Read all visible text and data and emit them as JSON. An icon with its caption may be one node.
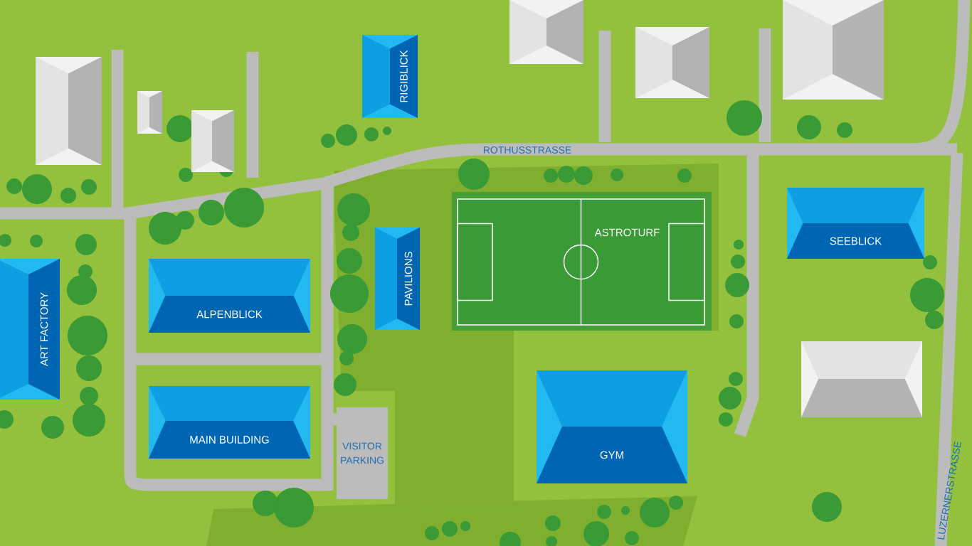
{
  "diagram": {
    "nodes": [
      {
        "text": [],
        "shape": "box"
      },
      {
        "text": [],
        "shape": "box"
      },
      {
        "text": [],
        "shape": "box"
      },
      {
        "text": [
          "RIGIBLICK"
        ]
      },
      {
        "text": [],
        "shape": "box"
      },
      {
        "text": [],
        "shape": "box"
      },
      {
        "text": [],
        "shape": "box"
      },
      {
        "text": [
          "ASTROTURF"
        ]
      },
      {
        "text": [
          "SEEBLICK"
        ]
      },
      {
        "text": [
          "PAVILIONS"
        ]
      },
      {
        "text": [
          "ART FACTORY"
        ]
      },
      {
        "text": [
          "ALPENBLICK"
        ]
      },
      {
        "text": [],
        "shape": "box"
      },
      {
        "text": [
          "GYM"
        ]
      },
      {
        "text": [
          "MAIN BUILDING"
        ]
      },
      {
        "text": [
          "VISITOR PARKING"
        ]
      }
    ],
    "edges": [],
    "labels": [
      "ROTHUSSTRASSE",
      "LUZERNERSTRASSE"
    ]
  }
}
